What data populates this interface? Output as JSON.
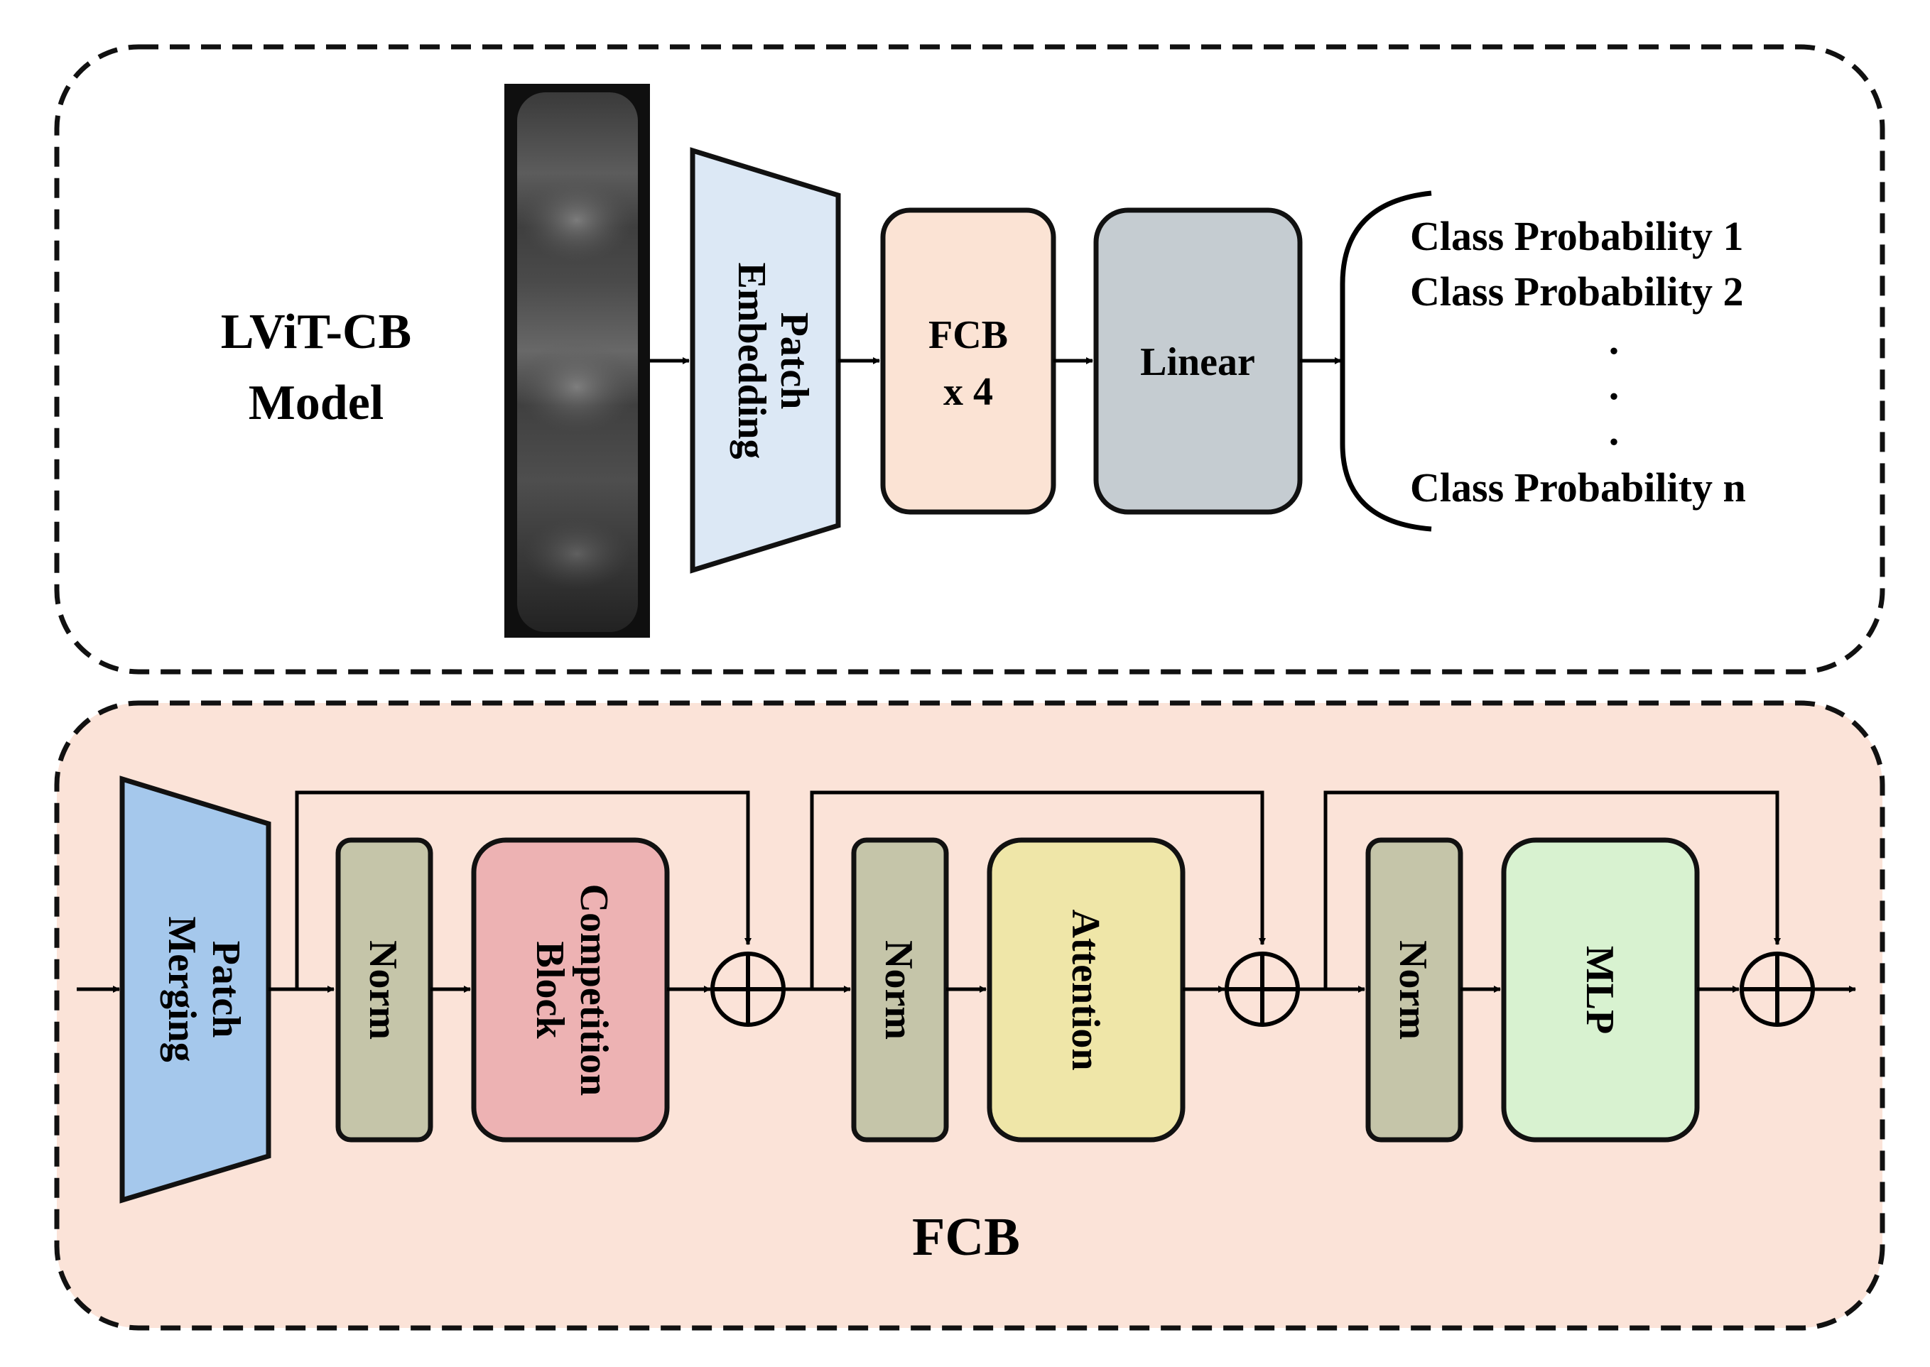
{
  "model": {
    "title_line1": "LViT-CB",
    "title_line2": "Model",
    "patch_embedding_line1": "Patch",
    "patch_embedding_line2": "Embedding",
    "fcb_line1": "FCB",
    "fcb_line2": "x 4",
    "linear": "Linear",
    "outputs": [
      "Class Probability 1",
      "Class Probability 2",
      ".",
      ".",
      ".",
      "Class Probability n"
    ]
  },
  "fcb": {
    "title": "FCB",
    "patch_merging_line1": "Patch",
    "patch_merging_line2": "Merging",
    "norm_1": "Norm",
    "competition_line1": "Competition",
    "competition_line2": "Block",
    "norm_2": "Norm",
    "attention": "Attention",
    "norm_3": "Norm",
    "mlp": "MLP"
  },
  "colors": {
    "patch_embedding": "#dce8f5",
    "fcb_box": "#fbe3d4",
    "linear_box": "#c5ccd1",
    "fcb_panel": "#fbe3d8",
    "patch_merging": "#a5c8ec",
    "norm": "#c5c5a9",
    "competition": "#edb2b3",
    "attention": "#efe6a8",
    "mlp": "#d8f2d0"
  },
  "icons": [
    "input-image",
    "plus-circle-icon",
    "arrow-icon"
  ]
}
